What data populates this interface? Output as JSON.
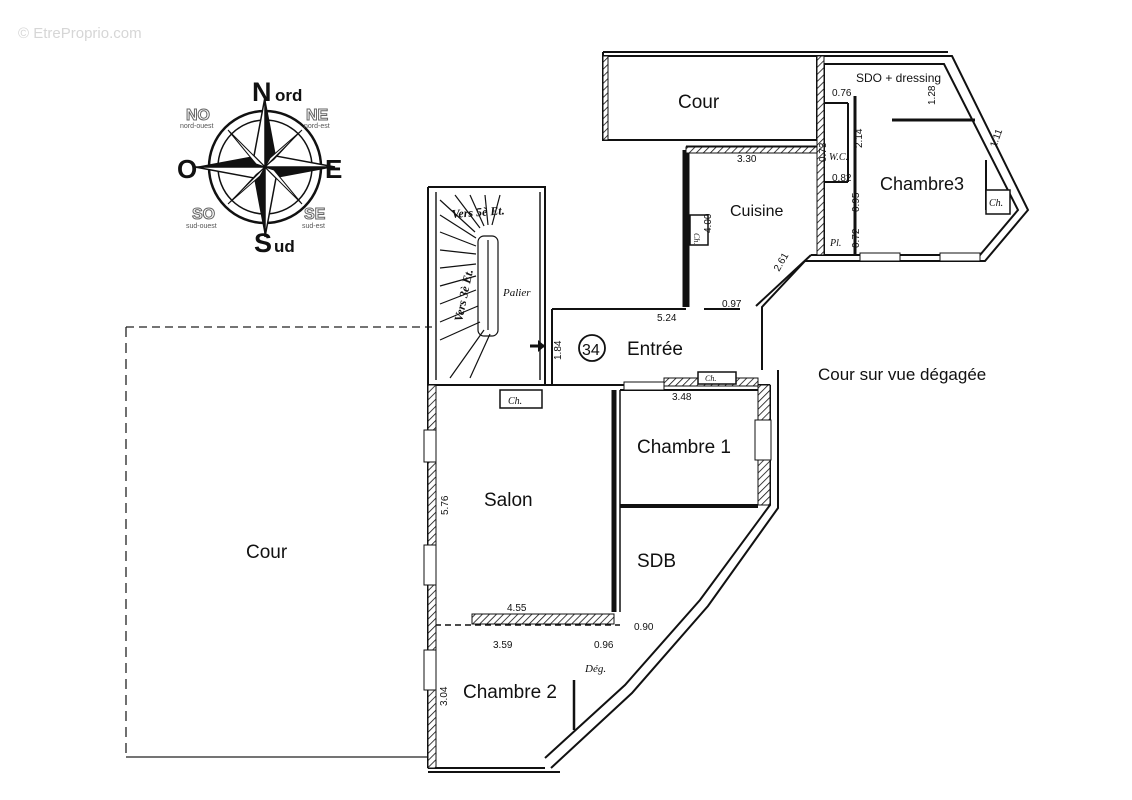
{
  "watermark": "© EtreProprio.com",
  "compass": {
    "n_letter": "N",
    "n_rest": "ord",
    "s_letter": "S",
    "s_rest": "ud",
    "east": "E",
    "west": "O",
    "ne": "NE",
    "ne_sub": "nord-est",
    "no": "NO",
    "no_sub": "nord-ouest",
    "se": "SE",
    "se_sub": "sud-est",
    "so": "SO",
    "so_sub": "sud-ouest"
  },
  "rooms": {
    "cour_top": "Cour",
    "cour_left": "Cour",
    "cuisine": "Cuisine",
    "chambre3": "Chambre3",
    "sdo": "SDO + dressing",
    "entree": "Entrée",
    "unit": "34",
    "cour_vue": "Cour sur vue dégagée",
    "chambre1": "Chambre 1",
    "salon": "Salon",
    "sdb": "SDB",
    "chambre2": "Chambre 2"
  },
  "annotations": {
    "vers5": "Vers 5è Et.",
    "vers3": "Vers 3è Et.",
    "palier": "Palier",
    "wc": "W.C.",
    "pl": "Pl.",
    "ch_kitchen": "Ch.",
    "ch_chambre3": "Ch.",
    "ch_entree": "Ch.",
    "ch_salon": "Ch.",
    "deg": "Dég."
  },
  "dimensions": {
    "d330": "3.30",
    "d400": "4.00",
    "d524": "5.24",
    "d097": "0.97",
    "d261": "2.61",
    "d076": "0.76",
    "d128": "1.28",
    "d214": "2.14",
    "d073": "0.73",
    "d082": "0.82",
    "d095": "0.95",
    "d072": "0.72",
    "d111": "1.11",
    "d184": "1.84",
    "d348": "3.48",
    "d576": "5.76",
    "d455": "4.55",
    "d359": "3.59",
    "d096": "0.96",
    "d090": "0.90",
    "d304": "3.04"
  }
}
